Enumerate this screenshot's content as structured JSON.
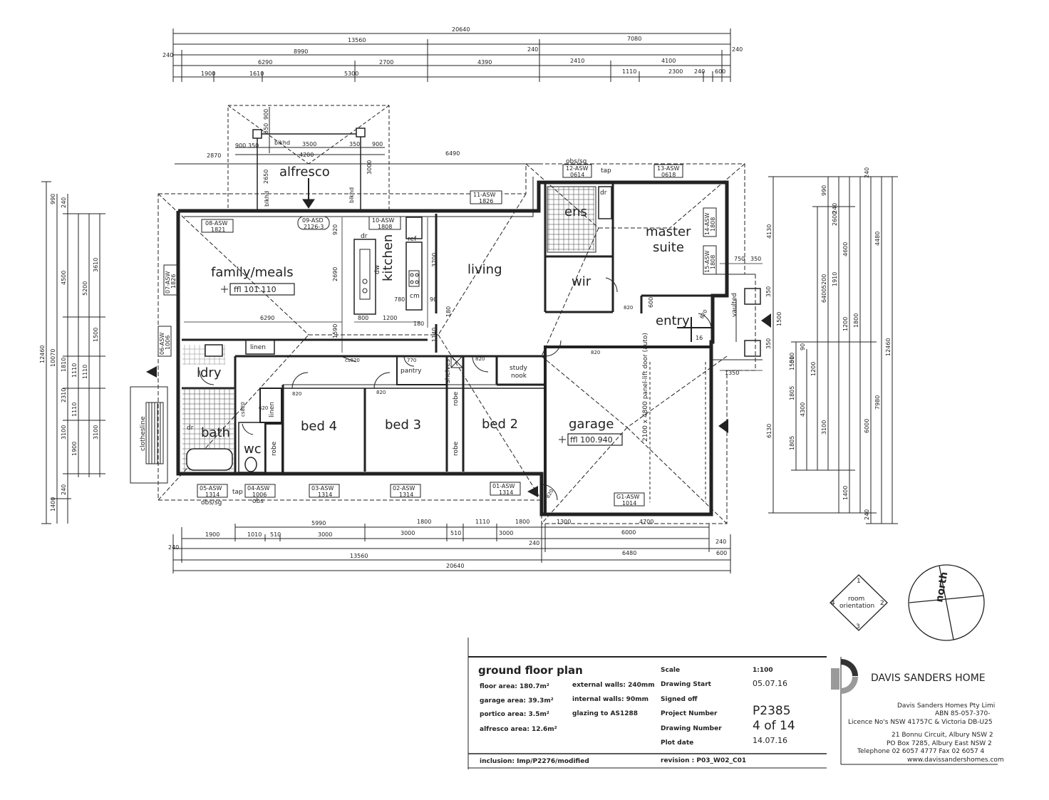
{
  "dimensions": {
    "top_overall": "20640",
    "top_r1_a": "13560",
    "top_r1_b": "7080",
    "top_r2_a": "240",
    "top_r2_b": "8990",
    "top_r2_c": "240",
    "top_r2_d": "240",
    "top_r3_a": "6290",
    "top_r3_b": "2700",
    "top_r3_c": "4390",
    "top_r3_d": "2410",
    "top_r3_e": "4100",
    "top_r4_a": "1900",
    "top_r4_b": "1610",
    "top_r4_c": "5300",
    "top_r4_d": "1110",
    "top_r4_e": "2300",
    "top_r4_f": "240",
    "top_r4_g": "600",
    "bot_r1_a": "5990",
    "bot_r1_b": "1800",
    "bot_r1_c": "1110",
    "bot_r1_d": "1800",
    "bot_r1_e": "1300",
    "bot_r1_f": "4700",
    "bot_r2_a": "1900",
    "bot_r2_b": "1010",
    "bot_r2_c": "510",
    "bot_r2_d": "3000",
    "bot_r2_e": "3000",
    "bot_r2_f": "510",
    "bot_r2_g": "3000",
    "bot_r2_h": "6000",
    "bot_r2_i": "240",
    "bot_r3_a": "240",
    "bot_r3_b": "240",
    "bot_r3_c": "600",
    "bot_r4_a": "13560",
    "bot_r4_b": "6480",
    "bot_overall": "20640",
    "left_overall": "12460",
    "left_b": "10070",
    "left_c1": "990",
    "left_c2": "4500",
    "left_c3": "1810",
    "left_c4": "2310",
    "left_c5": "3100",
    "left_c6": "1400",
    "left_d1": "240",
    "left_d2": "5200",
    "left_d3": "1110",
    "left_d4": "1110",
    "left_d5": "1900",
    "left_d6": "240",
    "left_e1": "3610",
    "left_e2": "1500",
    "left_e3": "1110",
    "left_e4": "3100",
    "right_a1": "4130",
    "right_a2": "6130",
    "right_b1": "5200",
    "right_b2": "6400",
    "right_b3": "3100",
    "right_c1": "1500",
    "right_c2": "1805",
    "right_c3": "1805",
    "right_d1": "510",
    "right_d2": "4300",
    "right_d3": "90",
    "right_e1": "990",
    "right_e2": "2600",
    "right_e3": "1910",
    "right_e4": "1200",
    "right_e5": "1200",
    "right_e6": "240",
    "right_e7": "1400",
    "right_f1": "240",
    "right_f2": "4600",
    "right_f3": "1800",
    "right_f4": "6000",
    "right_f5": "240",
    "right_g1": "4480",
    "right_g2": "7980",
    "right_overall": "12460",
    "al_900a": "900",
    "al_350a": "350",
    "al_3500": "3500",
    "al_350b": "350",
    "al_900b": "900",
    "al_4200": "4200",
    "al_2870": "2870",
    "al_6490": "6490",
    "al_900c": "900",
    "al_350c": "350",
    "al_2650": "2650",
    "al_3000": "3000",
    "in_920": "920",
    "in_2690": "2690",
    "in_6290": "6290",
    "in_1590": "1590",
    "in_3700": "3700",
    "in_800": "800",
    "in_1200": "1200",
    "in_780": "780",
    "in_90a": "90",
    "in_180a": "180",
    "in_180b": "180",
    "in_1140": "1140",
    "in_750": "750",
    "in_350a": "350",
    "in_350b": "350",
    "in_350c": "350",
    "in_1350": "1350",
    "in_1500": "1500",
    "in_600": "600",
    "in_16": "16"
  },
  "rooms": {
    "alfresco": "alfresco",
    "family": "family/meals",
    "kitchen": "kitchen",
    "living": "living",
    "ens": "ens",
    "master": "master",
    "suite": "suite",
    "wir": "wir",
    "entry": "entry",
    "ldry": "ldry",
    "bath": "bath",
    "wc": "wc",
    "bed4": "bed 4",
    "bed3": "bed 3",
    "bed2": "bed 2",
    "garage": "garage",
    "study1": "study",
    "study2": "nook",
    "pantry": "pantry",
    "linen1": "linen",
    "linen2": "linen",
    "robe1": "robe",
    "robe2": "robe",
    "robe3": "robe",
    "clothesline": "clothesline",
    "ref": "ref",
    "dr1": "dr",
    "dr2": "dr",
    "dr3": "dr",
    "dw": "dw",
    "cm": "cm",
    "shelves": "shelves",
    "blkhd1": "blkhd",
    "blkhd2": "blkhd",
    "blkhd3": "blkhd",
    "vaulted": "vaulted",
    "tap1": "tap",
    "tap2": "tap",
    "obs": "obs",
    "obssg1": "obs/sg",
    "obssg2": "obs/sg",
    "ffl_family": "ffl 101.110",
    "ffl_garage": "ffl 100.940",
    "door_panel": "2100 x 4800 panel-lift door (auto)"
  },
  "windows": {
    "w08": "08-ASW",
    "w08s": "1821",
    "w09": "09-ASD",
    "w09s": "2126-3",
    "w10": "10-ASW",
    "w10s": "1808",
    "w11": "11-ASW",
    "w11s": "1826",
    "w12": "12-ASW",
    "w12s": "0614",
    "w13": "13-ASW",
    "w13s": "0618",
    "w14": "14-ASW",
    "w14s": "1808",
    "w15": "15-ASW",
    "w15s": "1808",
    "w07": "07-ASW",
    "w07s": "1826",
    "w06": "06-ASW",
    "w06s": "1006",
    "w05": "05-ASW",
    "w05s": "1314",
    "w04": "04-ASW",
    "w04s": "1006",
    "w03": "03-ASW",
    "w03s": "1314",
    "w02": "02-ASW",
    "w02s": "1314",
    "w01": "01-ASW",
    "w01s": "1314",
    "g1": "G1-ASW",
    "g1s": "1014"
  },
  "doors": {
    "d820a": "820",
    "d820b": "820",
    "d820c": "820",
    "d820d": "820",
    "d820e": "820",
    "d820f": "820",
    "d820g": "820",
    "d770": "770",
    "cs820a": "cs820",
    "cs820b": "cs820",
    "d620": "620"
  },
  "orientation": {
    "label1": "room",
    "label2": "orientation",
    "n1": "1",
    "n2": "2",
    "n3": "3",
    "n4": "4",
    "north": "north"
  },
  "title_block": {
    "title": "ground floor plan",
    "floor_area": "floor area: 180.7m²",
    "garage_area": "garage area: 39.3m²",
    "portico_area": "portico area: 3.5m²",
    "alfresco_area": "alfresco area: 12.6m²",
    "ext_walls": "external walls: 240mm",
    "int_walls": "internal walls: 90mm",
    "glazing": "glazing to AS1288",
    "scale_label": "Scale",
    "scale_value": "1:100",
    "start_label": "Drawing Start",
    "start_value": "05.07.16",
    "signed_label": "Signed off",
    "project_label": "Project Number",
    "project_value": "P2385",
    "drawing_label": "Drawing Number",
    "drawing_value": "4 of 14",
    "plot_label": "Plot date",
    "plot_value": "14.07.16",
    "inclusion": "inclusion: Imp/P2276/modified",
    "revision": "revision :  P03_W02_C01"
  },
  "company": {
    "name": "DAVIS SANDERS HOME",
    "line1": "Davis Sanders Homes Pty Limi",
    "line2": "ABN 85-057-370-",
    "line3": "Licence No's NSW 41757C & Victoria DB-U25",
    "line4": "21 Bonnu Circuit, Albury NSW 2",
    "line5": "PO Box 7285, Albury East NSW 2",
    "line6": "Telephone 02 6057 4777   Fax 02 6057 4",
    "line7": "www.davissandershomes.com"
  },
  "colors": {
    "ink": "#222222",
    "logo_grey": "#9a9a9a",
    "logo_dark": "#333333"
  }
}
